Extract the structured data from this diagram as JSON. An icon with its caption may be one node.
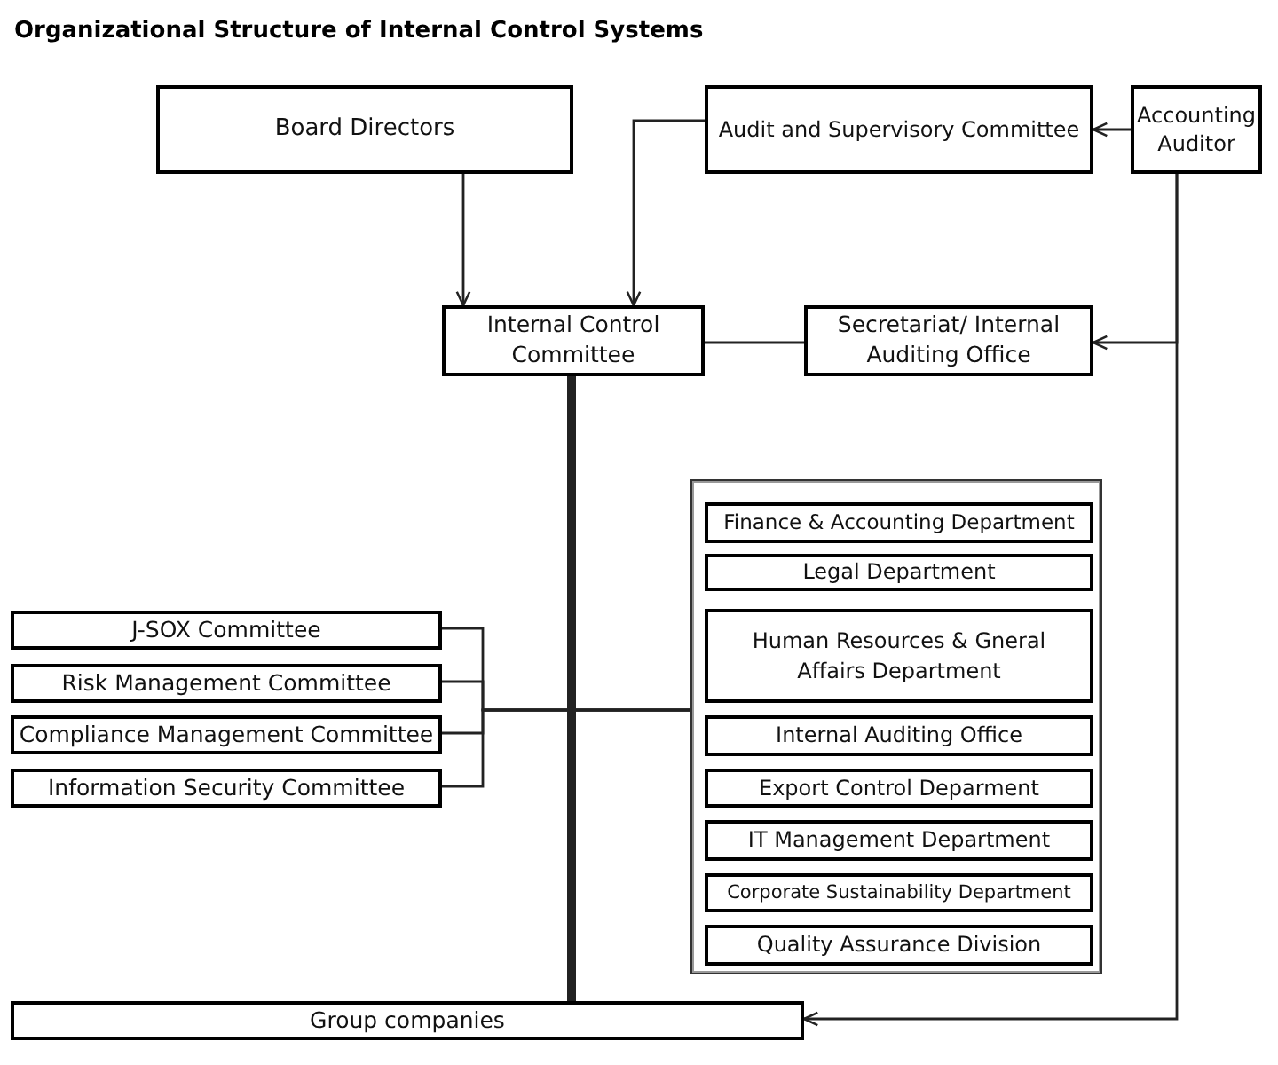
{
  "diagram": {
    "title": "Organizational Structure of Internal Control Systems",
    "nodes": [
      {
        "text": [
          "Board Directors"
        ]
      },
      {
        "text": [
          "Audit and Supervisory Committee"
        ]
      },
      {
        "text": [
          "Accounting Auditor"
        ]
      },
      {
        "text": [
          "Internal Control Committee"
        ]
      },
      {
        "text": [
          "Secretariat/ Internal Auditing Office"
        ]
      },
      {
        "text": [],
        "shape": "box"
      },
      {
        "text": [
          "Finance & Accounting Department"
        ],
        "in": 5
      },
      {
        "text": [
          "Legal Department"
        ],
        "in": 5
      },
      {
        "text": [
          "Human Resources & Gneral Affairs Department"
        ],
        "in": 5
      },
      {
        "text": [
          "Internal Auditing Office"
        ],
        "in": 5
      },
      {
        "text": [
          "Export Control Deparment"
        ],
        "in": 5
      },
      {
        "text": [
          "IT Management Department"
        ],
        "in": 5
      },
      {
        "text": [
          "Corporate Sustainability Department"
        ],
        "in": 5
      },
      {
        "text": [
          "Quality Assurance Division"
        ],
        "in": 5
      },
      {
        "text": [
          "J-SOX Committee"
        ]
      },
      {
        "text": [
          "Risk Management Committee"
        ]
      },
      {
        "text": [
          "Compliance Management Committee"
        ]
      },
      {
        "text": [
          "Information Security Committee"
        ]
      },
      {
        "text": [
          "Group companies"
        ]
      }
    ],
    "edges": [
      {
        "from": 0,
        "to": 3,
        "arrow": "to"
      },
      {
        "from": 1,
        "to": 3,
        "arrow": "to"
      },
      {
        "from": 2,
        "to": 1,
        "arrow": "to"
      },
      {
        "from": 2,
        "to": 4,
        "arrow": "to"
      },
      {
        "from": 2,
        "to": 18,
        "arrow": "to"
      },
      {
        "from": 3,
        "to": 4,
        "arrow": "none"
      },
      {
        "from": 3,
        "to": 18,
        "arrow": "none",
        "style": "thick"
      },
      {
        "from": 14,
        "to": 5,
        "arrow": "none"
      },
      {
        "from": 15,
        "to": 5,
        "arrow": "none"
      },
      {
        "from": 16,
        "to": 5,
        "arrow": "none"
      },
      {
        "from": 17,
        "to": 5,
        "arrow": "none"
      }
    ]
  }
}
